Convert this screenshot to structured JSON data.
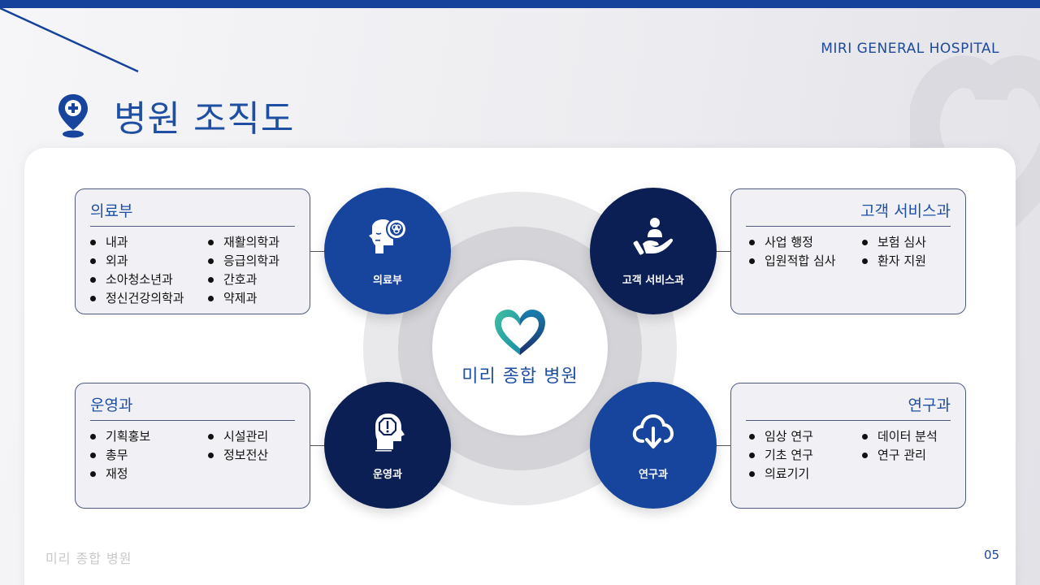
{
  "header": {
    "brand_en": "MIRI GENERAL HOSPITAL",
    "title": "병원 조직도",
    "title_icon": "location-pin-plus-icon"
  },
  "center": {
    "name": "미리 종합 병원",
    "logo_icon": "heart-logo-icon"
  },
  "departments": [
    {
      "id": "medical",
      "node_label": "의료부",
      "icon": "head-mind-icon",
      "box_title": "의료부",
      "columns": [
        [
          "내과",
          "외과",
          "소아청소년과",
          "정신건강의학과"
        ],
        [
          "재활의학과",
          "응급의학과",
          "간호과",
          "약제과"
        ]
      ]
    },
    {
      "id": "customer-service",
      "node_label": "고객 서비스과",
      "icon": "hand-person-care-icon",
      "box_title": "고객 서비스과",
      "columns": [
        [
          "사업 행정",
          "입원적합 심사"
        ],
        [
          "보험 심사",
          "환자 지원"
        ]
      ]
    },
    {
      "id": "operations",
      "node_label": "운영과",
      "icon": "head-alert-icon",
      "box_title": "운영과",
      "columns": [
        [
          "기획홍보",
          "총무",
          "재정"
        ],
        [
          "시설관리",
          "정보전산"
        ]
      ]
    },
    {
      "id": "research",
      "node_label": "연구과",
      "icon": "cloud-download-icon",
      "box_title": "연구과",
      "columns": [
        [
          "임상 연구",
          "기초 연구",
          "의료기기"
        ],
        [
          "데이터 분석",
          "연구 관리"
        ]
      ]
    }
  ],
  "footer": {
    "hospital_name": "미리 종합 병원",
    "page_number": "05"
  },
  "colors": {
    "primary_blue": "#17449c",
    "navy": "#0c1f55",
    "title_blue": "#1e4fa3"
  }
}
